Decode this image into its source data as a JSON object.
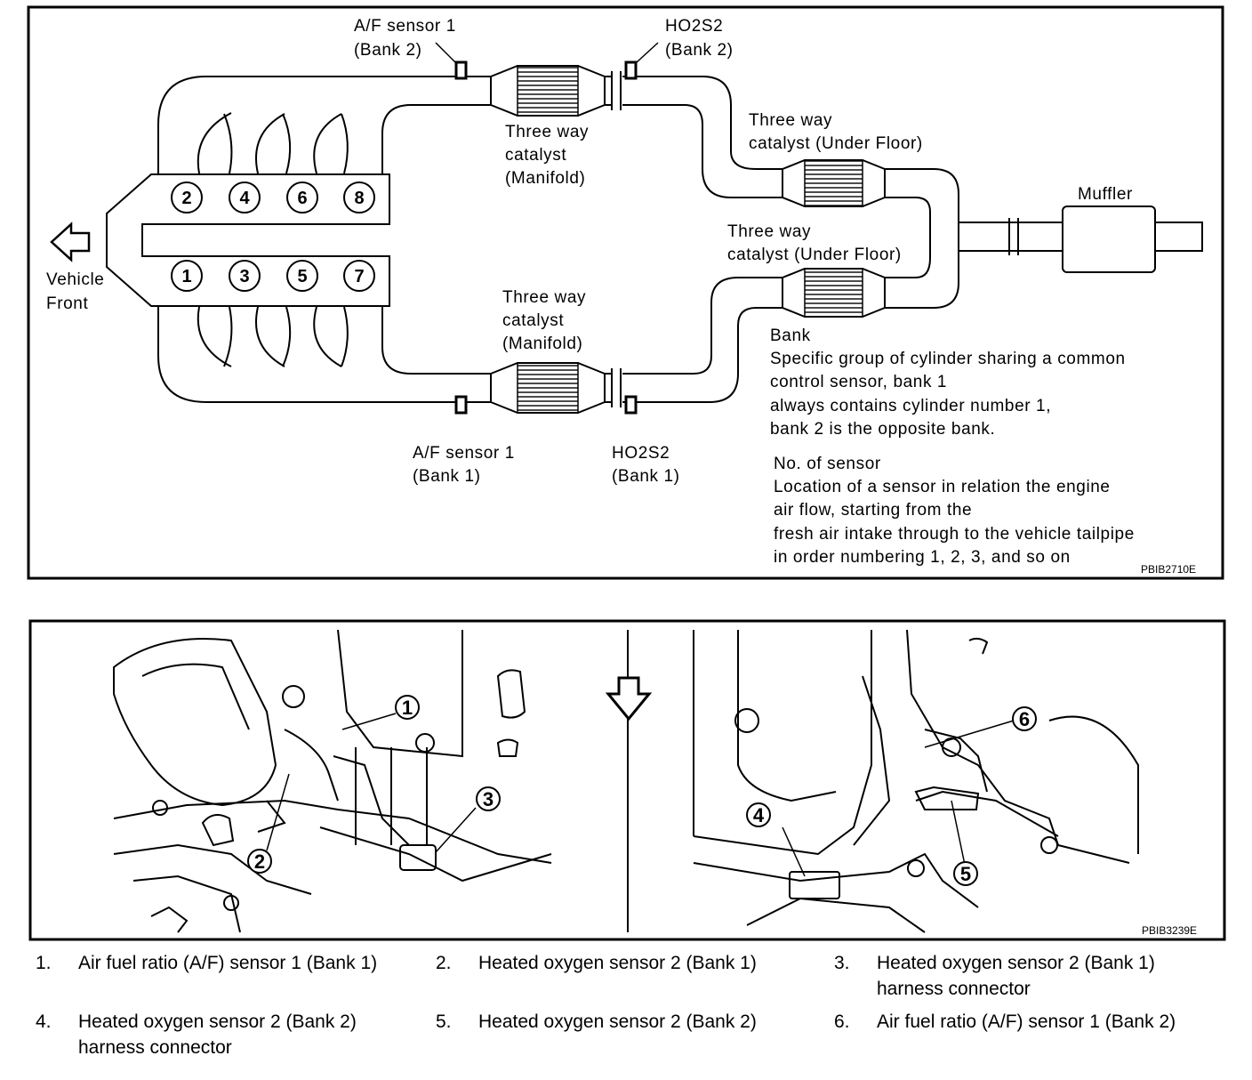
{
  "top_figure": {
    "labels": {
      "af_sensor_bank2_l1": "A/F sensor 1",
      "af_sensor_bank2_l2": "(Bank 2)",
      "ho2s2_bank2_l1": "HO2S2",
      "ho2s2_bank2_l2": "(Bank 2)",
      "twc_manifold_top_l1": "Three way",
      "twc_manifold_top_l2": "catalyst",
      "twc_manifold_top_l3": "(Manifold)",
      "twc_underfloor_top_l1": "Three way",
      "twc_underfloor_top_l2": "catalyst (Under Floor)",
      "muffler": "Muffler",
      "twc_underfloor_bot_l1": "Three way",
      "twc_underfloor_bot_l2": "catalyst (Under Floor)",
      "twc_manifold_bot_l1": "Three way",
      "twc_manifold_bot_l2": "catalyst",
      "twc_manifold_bot_l3": "(Manifold)",
      "af_sensor_bank1_l1": "A/F sensor 1",
      "af_sensor_bank1_l2": "(Bank 1)",
      "ho2s2_bank1_l1": "HO2S2",
      "ho2s2_bank1_l2": "(Bank 1)",
      "vehicle_front_l1": "Vehicle",
      "vehicle_front_l2": "Front"
    },
    "cylinders_bank2": [
      "2",
      "4",
      "6",
      "8"
    ],
    "cylinders_bank1": [
      "1",
      "3",
      "5",
      "7"
    ],
    "bank_note": {
      "title": "Bank",
      "lines": [
        "Specific group of cylinder sharing a common",
        "control sensor, bank 1",
        "always contains cylinder number 1,",
        "bank 2 is the opposite bank."
      ]
    },
    "sensor_note": {
      "title": "No. of sensor",
      "lines": [
        "Location of a sensor in relation the engine",
        "air flow, starting from the",
        "fresh air intake through to the vehicle tailpipe",
        "in order numbering 1, 2, 3, and so on"
      ]
    },
    "figure_code": "PBIB2710E"
  },
  "bottom_figure": {
    "callouts": [
      "1",
      "2",
      "3",
      "4",
      "5",
      "6"
    ],
    "figure_code": "PBIB3239E"
  },
  "legend": [
    {
      "num": "1.",
      "text": "Air fuel ratio (A/F) sensor 1 (Bank 1)"
    },
    {
      "num": "2.",
      "text": "Heated oxygen sensor 2 (Bank 1)"
    },
    {
      "num": "3.",
      "text": "Heated oxygen sensor 2 (Bank 1) harness connector"
    },
    {
      "num": "4.",
      "text": "Heated oxygen sensor 2 (Bank 2) harness connector"
    },
    {
      "num": "5.",
      "text": "Heated oxygen sensor 2 (Bank 2)"
    },
    {
      "num": "6.",
      "text": "Air fuel ratio (A/F) sensor 1 (Bank 2)"
    }
  ]
}
